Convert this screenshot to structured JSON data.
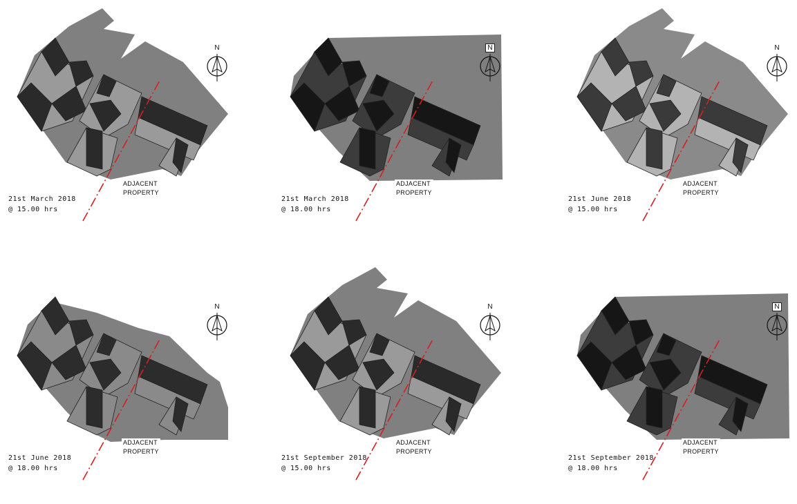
{
  "north_label": "N",
  "adjacent_label_line1": "ADJACENT",
  "adjacent_label_line2": "PROPERTY",
  "panels": [
    {
      "date": "21st March 2018",
      "time": "@ 15.00 hrs",
      "shadow": "#808080",
      "roof": "#9a9a9a",
      "dark": "#2a2a2a",
      "shadow_shape": "small"
    },
    {
      "date": "21st March 2018",
      "time": "@ 18.00 hrs",
      "shadow": "#7f7f7f",
      "roof": "#3c3c3c",
      "dark": "#161616",
      "shadow_shape": "large"
    },
    {
      "date": "21st June 2018",
      "time": "@ 15.00 hrs",
      "shadow": "#8a8a8a",
      "roof": "#b3b3b3",
      "dark": "#3a3a3a",
      "shadow_shape": "small"
    },
    {
      "date": "21st June 2018",
      "time": "@ 18.00 hrs",
      "shadow": "#808080",
      "roof": "#8a8a8a",
      "dark": "#2c2c2c",
      "shadow_shape": "medium"
    },
    {
      "date": "21st September 2018",
      "time": "@ 15.00 hrs",
      "shadow": "#808080",
      "roof": "#9a9a9a",
      "dark": "#2a2a2a",
      "shadow_shape": "small"
    },
    {
      "date": "21st September 2018",
      "time": "@ 18.00 hrs",
      "shadow": "#7f7f7f",
      "roof": "#3c3c3c",
      "dark": "#161616",
      "shadow_shape": "large"
    }
  ],
  "colors": {
    "boundary_line": "#d42020"
  }
}
